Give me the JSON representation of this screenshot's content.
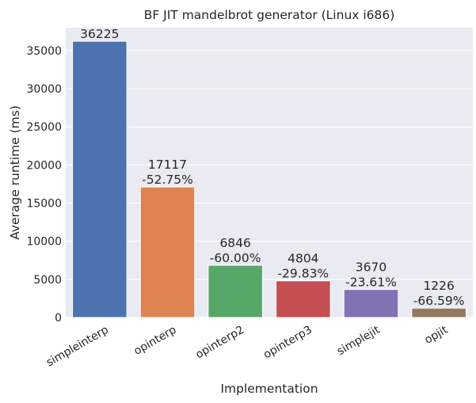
{
  "chart_data": {
    "type": "bar",
    "title": "BF JIT mandelbrot generator (Linux i686)",
    "xlabel": "Implementation",
    "ylabel": "Average runtime (ms)",
    "categories": [
      "simpleinterp",
      "opinterp",
      "opinterp2",
      "opinterp3",
      "simplejit",
      "opjit"
    ],
    "values": [
      36225,
      17117,
      6846,
      4804,
      3670,
      1226
    ],
    "labels": [
      {
        "value": "36225",
        "change": ""
      },
      {
        "value": "17117",
        "change": "-52.75%"
      },
      {
        "value": "6846",
        "change": "-60.00%"
      },
      {
        "value": "4804",
        "change": "-29.83%"
      },
      {
        "value": "3670",
        "change": "-23.61%"
      },
      {
        "value": "1226",
        "change": "-66.59%"
      }
    ],
    "colors": [
      "#4c72b0",
      "#dd8452",
      "#55a868",
      "#c44e52",
      "#8172b3",
      "#937860"
    ],
    "background": "#eaeaf2",
    "gridlines": "#ffffff",
    "ylim": [
      0,
      38000
    ],
    "yticks": [
      0,
      5000,
      10000,
      15000,
      20000,
      25000,
      30000,
      35000
    ],
    "grid": true,
    "xtick_rotation": "30 degrees"
  }
}
